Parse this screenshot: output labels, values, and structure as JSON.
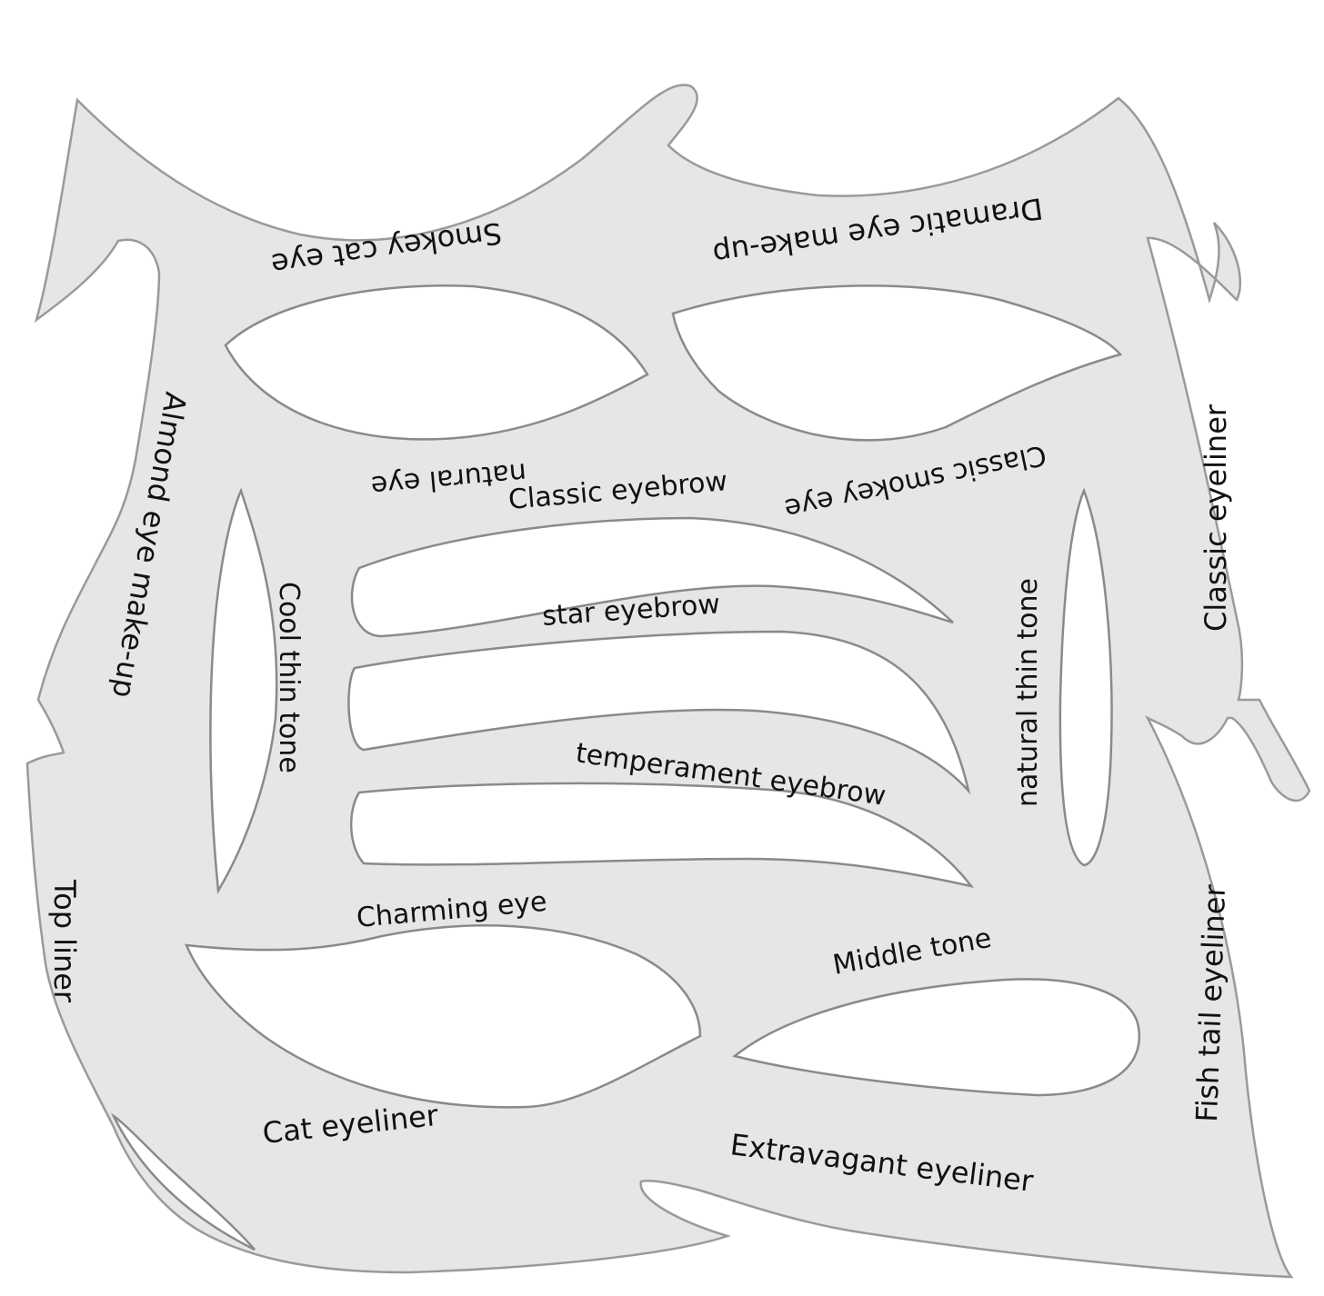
{
  "image": {
    "description_free": true,
    "colors": {
      "stencil_fill": "#e6e6e6",
      "stencil_edge": "#9a9a9a",
      "cutout_fill": "#ffffff",
      "text": "#111111"
    }
  },
  "labels": {
    "smokey_cat_eye": "Smokey cat eye",
    "dramatic_eye": "Dramatic eye make-up",
    "almond_eye": "Almond eye make-up",
    "natural_eye": "natural eye",
    "classic_eyebrow": "Classic eyebrow",
    "classic_smokey_eye": "Classic smokey eye",
    "classic_eyeliner": "Classic eyeliner",
    "cool_thin_tone": "Cool thin tone",
    "star_eyebrow": "star eyebrow",
    "natural_thin_tone": "natural thin tone",
    "temperament_eyebrow": "temperament eyebrow",
    "charming_eye": "Charming eye",
    "top_liner": "Top liner",
    "middle_tone": "Middle tone",
    "fish_tail_eyeliner": "Fish tail eyeliner",
    "cat_eyeliner": "Cat eyeliner",
    "extravagant_eyeliner": "Extravagant eyeliner"
  }
}
